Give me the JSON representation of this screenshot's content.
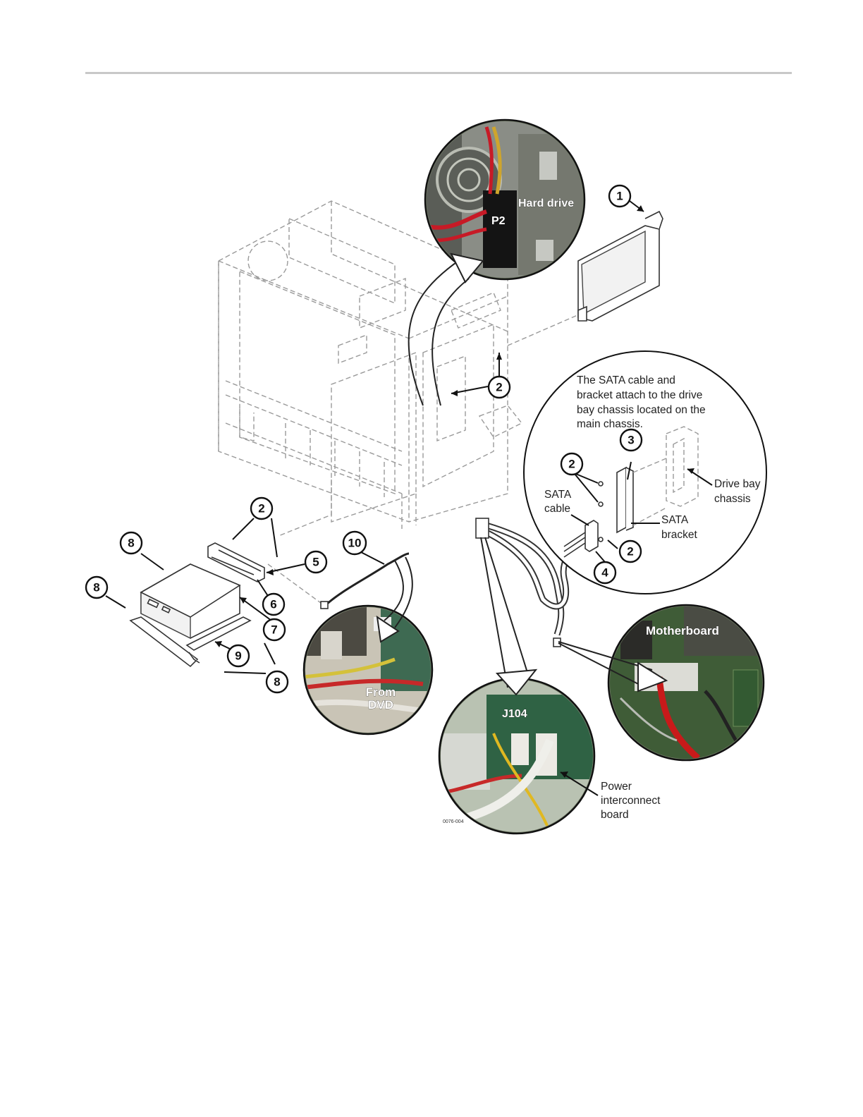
{
  "figure": {
    "photo_labels": {
      "hard_drive": "Hard drive",
      "p2": "P2",
      "from_dvd": "From\nDVD",
      "from_dvd_line1": "From",
      "from_dvd_line2": "DVD",
      "j104": "J104",
      "motherboard": "Motherboard"
    },
    "note": {
      "line1": "The SATA cable and",
      "line2": "bracket attach to the drive",
      "line3": "bay chassis located on the",
      "line4": "main chassis."
    },
    "labels": {
      "drive_bay_1": "Drive bay",
      "drive_bay_2": "chassis",
      "sata_cable_1": "SATA",
      "sata_cable_2": "cable",
      "sata_bracket_1": "SATA",
      "sata_bracket_2": "bracket",
      "power_1": "Power",
      "power_2": "interconnect",
      "power_3": "board"
    },
    "figure_id": "0076-004",
    "callouts": [
      "1",
      "2",
      "2",
      "2",
      "2",
      "2",
      "3",
      "4",
      "5",
      "6",
      "7",
      "8",
      "8",
      "8",
      "9",
      "10"
    ]
  }
}
